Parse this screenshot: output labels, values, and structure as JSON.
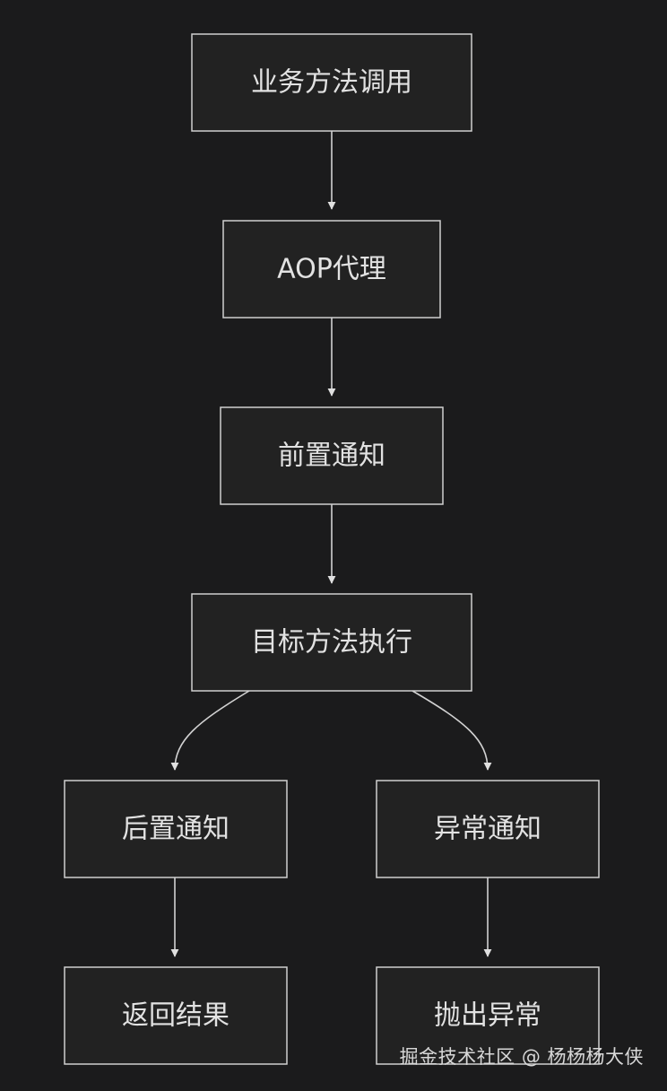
{
  "nodes": {
    "business_call": "业务方法调用",
    "aop_proxy": "AOP代理",
    "before_advice": "前置通知",
    "target_exec": "目标方法执行",
    "after_advice": "后置通知",
    "exception_advice": "异常通知",
    "return_result": "返回结果",
    "throw_exception": "抛出异常"
  },
  "edges": [
    {
      "from": "business_call",
      "to": "aop_proxy"
    },
    {
      "from": "aop_proxy",
      "to": "before_advice"
    },
    {
      "from": "before_advice",
      "to": "target_exec"
    },
    {
      "from": "target_exec",
      "to": "after_advice"
    },
    {
      "from": "target_exec",
      "to": "exception_advice"
    },
    {
      "from": "after_advice",
      "to": "return_result"
    },
    {
      "from": "exception_advice",
      "to": "throw_exception"
    }
  ],
  "watermark": "掘金技术社区 @ 杨杨杨大侠",
  "colors": {
    "background": "#1b1b1c",
    "node_fill": "#222222",
    "node_stroke": "#cfcfcf",
    "text": "#e2e2e2"
  }
}
